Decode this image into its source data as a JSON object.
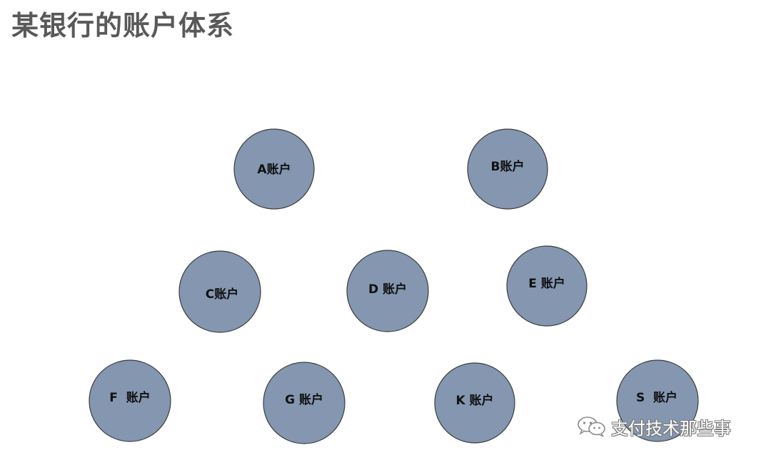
{
  "title": "某银行的账户体系",
  "diagram": {
    "nodes": [
      {
        "id": "A",
        "label": "A账户"
      },
      {
        "id": "B",
        "label": "B账户"
      },
      {
        "id": "C",
        "label": "C账户"
      },
      {
        "id": "D",
        "label": "D 账户"
      },
      {
        "id": "E",
        "label": "E 账户"
      },
      {
        "id": "F",
        "label": "F  账户"
      },
      {
        "id": "G",
        "label": "G 账户"
      },
      {
        "id": "K",
        "label": "K 账户"
      },
      {
        "id": "S",
        "label": "S  账户"
      }
    ]
  },
  "watermark": {
    "text": "支付技术那些事",
    "icon": "wechat-icon"
  },
  "colors": {
    "node_fill": "#8496b0",
    "node_stroke": "#3d3d3d",
    "title_text": "#595959",
    "label_text": "#111111"
  }
}
